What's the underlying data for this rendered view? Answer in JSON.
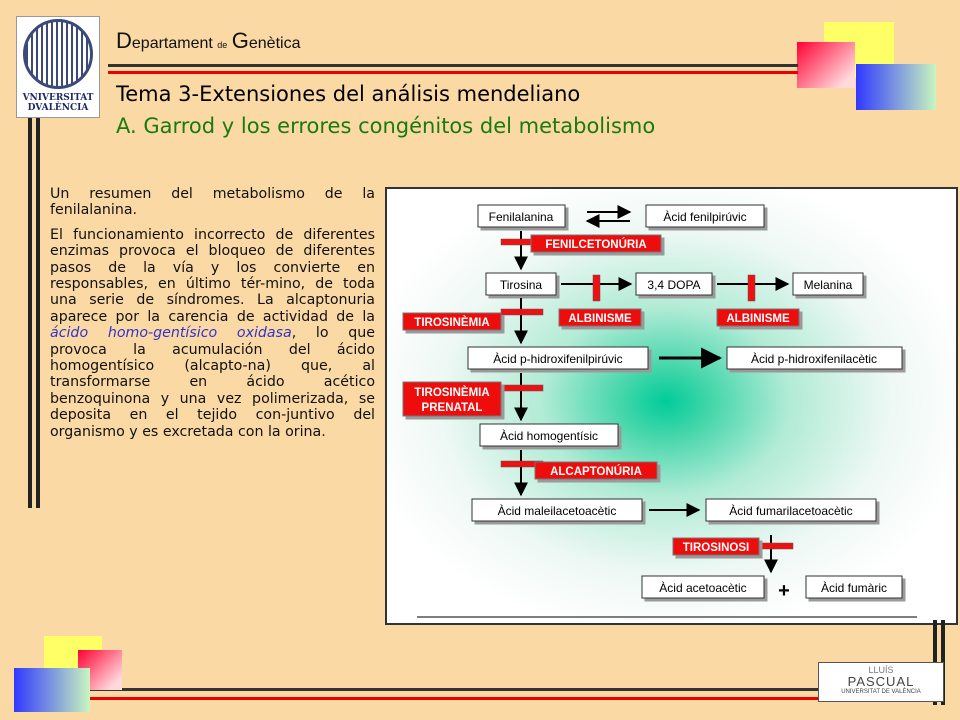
{
  "header": {
    "dept_D": "D",
    "dept_rest1": "epartament",
    "dept_de": "de",
    "dept_G": "G",
    "dept_rest2": "enètica",
    "title": "Tema 3-Extensiones del análisis mendeliano",
    "subtitle": "A. Garrod y los errores congénitos del metabolismo"
  },
  "logo": {
    "line1": "VNIVERSITAT",
    "line2": "DVALÈNCIA"
  },
  "body": {
    "p1": "Un resumen del metabolismo de la fenilalanina.",
    "p2_part1": "El funcionamiento incorrecto de diferentes enzimas provoca el bloqueo de diferentes pasos de  la vía y los convierte en responsables, en último tér-mino, de toda una serie de síndromes. La alcaptonuria aparece por la carencia de actividad de la ",
    "p2_enzyme": "ácido homo-gentísico oxidasa",
    "p2_part2": ", lo que provoca la acumulación del ácido homogentísico (alcapto-na) que, al transformarse en ácido acético benzoquinona y una vez polimerizada, se deposita en el tejido con-juntivo del organismo y es excretada con la orina."
  },
  "diagram": {
    "compounds": {
      "fenilalanina": "Fenilalanina",
      "fenilpiruvic": "Àcid fenilpirúvic",
      "tirosina": "Tirosina",
      "dopa": "3,4 DOPA",
      "melanina": "Melanina",
      "hidroxifenilpiruvic": "Àcid p-hidroxifenilpirúvic",
      "hidroxifenilacetic": "Àcid p-hidroxifenilacètic",
      "homogentisic": "Àcid homogentísic",
      "maleilacetoacetic": "Àcid maleilacetoacètic",
      "fumarilacetoacetic": "Àcid fumarilacetoacètic",
      "acetoacetic": "Àcid acetoacètic",
      "fumaric": "Àcid fumàric"
    },
    "diseases": {
      "fenilcetonuria": "FENILCETONÚRIA",
      "albinisme1": "ALBINISME",
      "albinisme2": "ALBINISME",
      "tirosinemia": "TIROSINÈMIA",
      "tirosinemia_prenatal_1": "TIROSINÈMIA",
      "tirosinemia_prenatal_2": "PRENATAL",
      "alcaptonuria": "ALCAPTONÚRIA",
      "tirosinosi": "TIROSINOSI"
    },
    "plus": "+"
  },
  "stamp": {
    "line1": "LLUÍS",
    "line2": "PASCUAL",
    "line3": "UNIVERSITAT DE VALÈNCIA"
  },
  "colors": {
    "background": "#fbd9a4",
    "subtitle": "#1a7a12",
    "disease_block": "#ee1111",
    "enzyme_text": "#3333cc"
  }
}
